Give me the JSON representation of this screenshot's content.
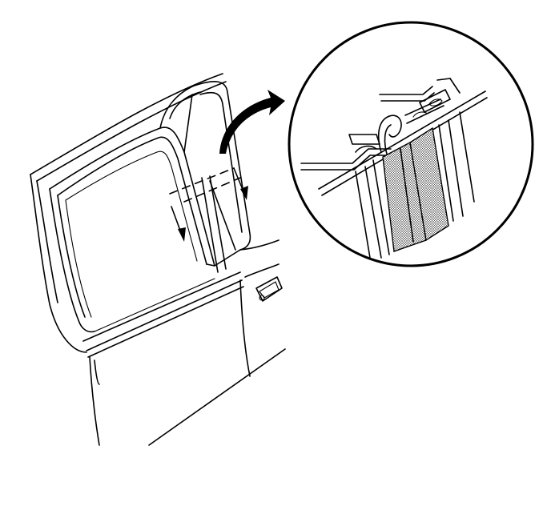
{
  "figure": {
    "subject": "rear-door-window-weatherstrip-detail",
    "colors": {
      "line": "#000000",
      "background": "#ffffff",
      "strip_fill": "#d6d6d6"
    },
    "icons": [
      "door-drawing",
      "callout-arrow-icon",
      "removal-direction-arrow-icon",
      "magnified-detail-circle"
    ]
  }
}
